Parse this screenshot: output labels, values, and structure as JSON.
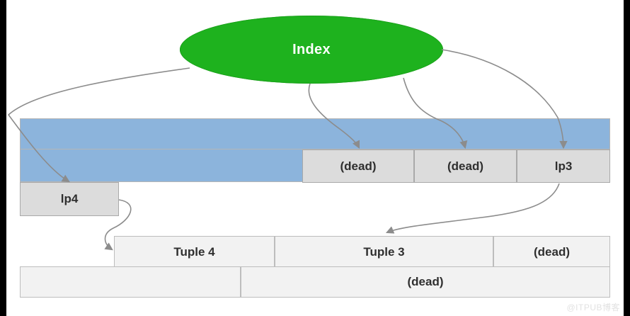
{
  "diagram": {
    "title": "Index to heap page line-pointer diagram",
    "colors": {
      "index_node": "#1eb21e",
      "page_band": "#8cb4dc",
      "cell_fill": "#dcdcdc",
      "cell_fill_light": "#f2f2f2",
      "cell_border": "#a9a9a9",
      "arrow": "#8c8c8c",
      "text": "#2f2f2f",
      "index_label_text": "#ffffff",
      "background": "#ffffff",
      "edge_bar": "#000000"
    },
    "index_node": {
      "label": "Index",
      "shape": "ellipse"
    },
    "line_pointer_row": {
      "cells": [
        {
          "id": "lp4",
          "label": "lp4",
          "kind": "line-pointer"
        },
        {
          "id": "dead1",
          "label": "(dead)",
          "kind": "dead-pointer"
        },
        {
          "id": "dead2",
          "label": "(dead)",
          "kind": "dead-pointer"
        },
        {
          "id": "lp3",
          "label": "lp3",
          "kind": "line-pointer"
        }
      ]
    },
    "tuple_row": {
      "cells": [
        {
          "id": "tuple4",
          "label": "Tuple 4",
          "kind": "tuple"
        },
        {
          "id": "tuple3",
          "label": "Tuple 3",
          "kind": "tuple"
        },
        {
          "id": "deadtuple",
          "label": "(dead)",
          "kind": "dead-tuple"
        }
      ]
    },
    "bottom_row": {
      "cells": [
        {
          "id": "bottom-blank",
          "label": "",
          "kind": "empty"
        },
        {
          "id": "bottom-dead",
          "label": "(dead)",
          "kind": "dead-tuple"
        }
      ]
    },
    "arrows": [
      {
        "id": "index-to-lp4",
        "from": "Index",
        "to": "lp4",
        "style": "curved"
      },
      {
        "id": "index-to-dead1",
        "from": "Index",
        "to": "(dead)",
        "style": "curved"
      },
      {
        "id": "index-to-dead2",
        "from": "Index",
        "to": "(dead)",
        "style": "curved"
      },
      {
        "id": "index-to-lp3",
        "from": "Index",
        "to": "lp3",
        "style": "curved"
      },
      {
        "id": "lp4-to-tuple4",
        "from": "lp4",
        "to": "Tuple 4",
        "style": "curved"
      },
      {
        "id": "lp3-to-tuple3",
        "from": "lp3",
        "to": "Tuple 3",
        "style": "curved"
      }
    ],
    "watermark": "@ITPUB博客"
  }
}
